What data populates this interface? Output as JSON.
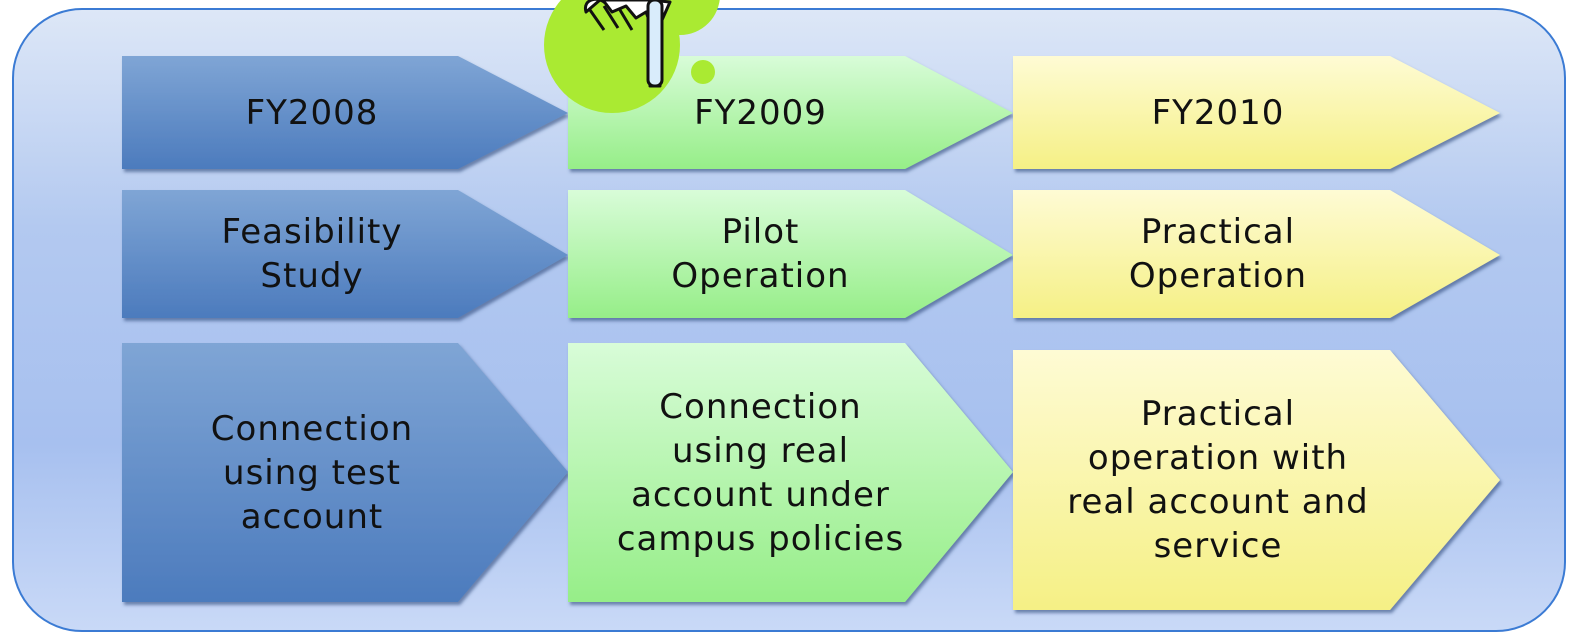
{
  "colors": {
    "fy2008": [
      "#7ea3d3",
      "#4f7dbe"
    ],
    "fy2009": [
      "#d6fbd6",
      "#99ef8c"
    ],
    "fy2010": [
      "#fdfbd0",
      "#f6f287"
    ],
    "border": "#3b7bd4",
    "pointer_blob": "#aaea32"
  },
  "rows": {
    "years": [
      "FY2008",
      "FY2009",
      "FY2010"
    ],
    "phases": [
      "Feasibility\nStudy",
      "Pilot\nOperation",
      "Practical\nOperation"
    ],
    "details": [
      "Connection\nusing test\naccount",
      "Connection\nusing real\naccount under\ncampus policies",
      "Practical\noperation with\nreal account and\nservice"
    ]
  }
}
